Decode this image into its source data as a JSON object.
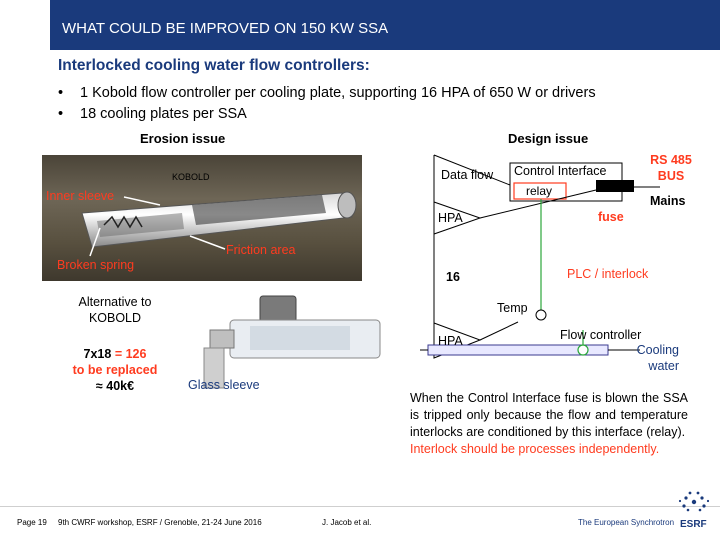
{
  "header": {
    "title": "WHAT COULD BE IMPROVED ON 150 KW SSA"
  },
  "subtitle": "Interlocked cooling water flow controllers:",
  "bullets": [
    "1 Kobold flow controller per cooling plate, supporting 16 HPA of 650 W or drivers",
    "18 cooling plates per SSA"
  ],
  "bullet_marker": "•",
  "erosion": {
    "heading": "Erosion issue",
    "kobold_label": "KOBOLD",
    "inner_sleeve": "Inner sleeve",
    "friction_area": "Friction area",
    "broken_spring": "Broken spring",
    "alternative": "Alternative to KOBOLD",
    "cost_prefix": "7x18",
    "cost_eq": "= 126",
    "cost_replace": "to be replaced",
    "cost_amount": "≈ 40k€",
    "glass_sleeve": "Glass sleeve"
  },
  "design": {
    "heading": "Design issue",
    "data_flow": "Data flow",
    "control_interface": "Control Interface",
    "relay": "relay",
    "rs485": "RS 485 BUS",
    "mains": "Mains",
    "fuse": "fuse",
    "hpa_top": "HPA",
    "count": "16",
    "plc": "PLC / interlock",
    "temp": "Temp",
    "hpa_bottom": "HPA",
    "flow_controller": "Flow controller",
    "cooling_water": "Cooling water",
    "note_black": "When the Control Interface fuse is blown the SSA is tripped only because the flow and temperature interlocks are conditioned by this interface (relay).",
    "note_red": "Interlock should be processes independently."
  },
  "footer": {
    "page": "Page 19",
    "event": "9th CWRF workshop, ESRF / Grenoble, 21-24 June 2016",
    "author": "J. Jacob et al.",
    "org": "The European Synchrotron",
    "logo": "ESRF"
  },
  "colors": {
    "title_bg": "#1a3a7c",
    "red": "#ff3b1f",
    "green": "#2aa63a",
    "blue": "#1a3a7c"
  }
}
